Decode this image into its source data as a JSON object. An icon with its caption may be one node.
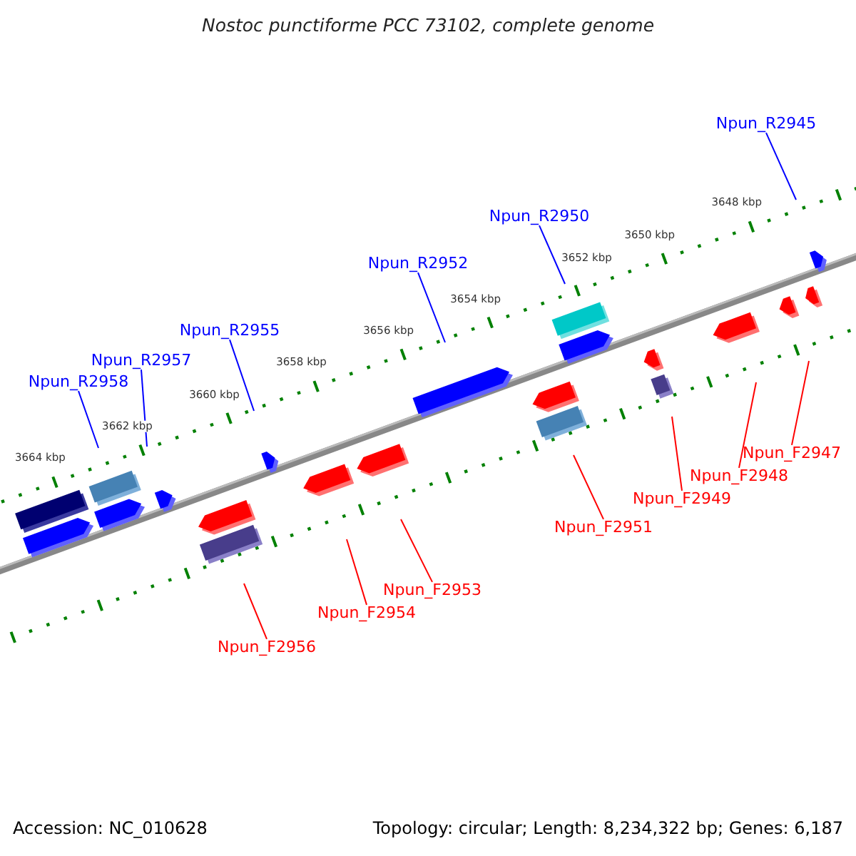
{
  "diagram": {
    "title": "Nostoc punctiforme PCC 73102, complete genome",
    "nodes": [
      {
        "text": [
          "Npun_R2958"
        ]
      },
      {
        "text": [
          "Npun_R2957"
        ]
      },
      {
        "text": [
          "Npun_R2955"
        ]
      },
      {
        "text": [
          "Npun_R2952"
        ]
      },
      {
        "text": [
          "Npun_R2950"
        ]
      },
      {
        "text": [
          "Npun_R2945"
        ]
      },
      {
        "text": [
          "Npun_F2956"
        ]
      },
      {
        "text": [
          "Npun_F2954"
        ]
      },
      {
        "text": [
          "Npun_F2953"
        ]
      },
      {
        "text": [
          "Npun_F2951"
        ]
      },
      {
        "text": [
          "Npun_F2949"
        ]
      },
      {
        "text": [
          "Npun_F2948"
        ]
      },
      {
        "text": [
          "Npun_F2947"
        ]
      }
    ],
    "edges": [
      {
        "from": 0,
        "to": null,
        "arrow": "none",
        "color": "#0000ff"
      },
      {
        "from": 1,
        "to": null,
        "arrow": "none",
        "color": "#0000ff"
      },
      {
        "from": 2,
        "to": null,
        "arrow": "none",
        "color": "#0000ff"
      },
      {
        "from": 3,
        "to": null,
        "arrow": "none",
        "color": "#0000ff"
      },
      {
        "from": 4,
        "to": null,
        "arrow": "none",
        "color": "#0000ff"
      },
      {
        "from": 5,
        "to": null,
        "arrow": "none",
        "color": "#0000ff"
      },
      {
        "from": 6,
        "to": null,
        "arrow": "none"
      },
      {
        "from": 7,
        "to": null,
        "arrow": "none"
      },
      {
        "from": 8,
        "to": null,
        "arrow": "none"
      },
      {
        "from": 9,
        "to": null,
        "arrow": "none"
      },
      {
        "from": 10,
        "to": null,
        "arrow": "none"
      },
      {
        "from": 11,
        "to": null,
        "arrow": "none"
      },
      {
        "from": 12,
        "to": null,
        "arrow": "none"
      }
    ],
    "labels": [
      "3664 kbp",
      "3662 kbp",
      "3660 kbp",
      "3658 kbp",
      "3656 kbp",
      "3654 kbp",
      "3652 kbp",
      "3650 kbp",
      "3648 kbp",
      "Accession: NC_010628",
      "Topology: circular; Length: 8,234,322 bp; Genes: 6,187"
    ]
  }
}
